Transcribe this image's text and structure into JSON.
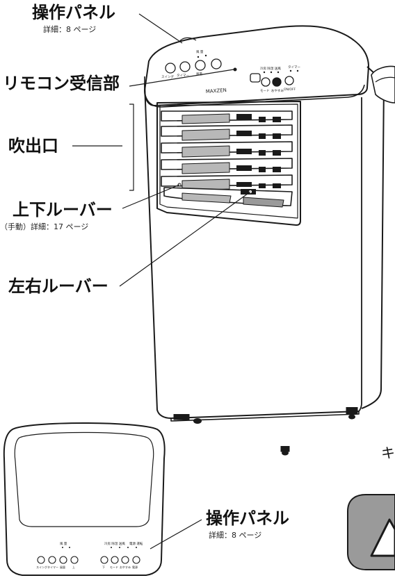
{
  "labels": {
    "panel_top": "操作パネル",
    "panel_top_detail": "詳細：8 ページ",
    "remote_receiver": "リモコン受信部",
    "outlet": "吹出口",
    "vertical_louver": "上下ルーバー",
    "vertical_louver_detail": "（手動）詳細：17 ページ",
    "horizontal_louver": "左右ルーバー",
    "panel_bottom": "操作パネル",
    "panel_bottom_detail": "詳細：8 ページ",
    "side_partial": "キ"
  },
  "unit": {
    "brand": "MAXZEN",
    "btn_swing": "スイング",
    "btn_timer": "タイマー",
    "btn_fan": "風量",
    "btn_mode": "モード",
    "btn_power": "ON/OFF",
    "btn_sleep": "おやすみ",
    "led_fan": "風 量",
    "led_mode": "冷房 除湿 送風",
    "led_timer": "タイマー"
  },
  "panel_view": {
    "top_label_left": "風 量",
    "top_label_mid": "冷房 除湿 送風",
    "top_label_right": "電源 運転",
    "buttons": [
      "スイング",
      "タイマー",
      "風量",
      "上",
      "下",
      "モード",
      "おやすみ",
      "電源"
    ]
  },
  "colors": {
    "line": "#1a1a1a",
    "louver_fill": "#b8b8b8",
    "warning_fill": "#9a9a9a"
  }
}
